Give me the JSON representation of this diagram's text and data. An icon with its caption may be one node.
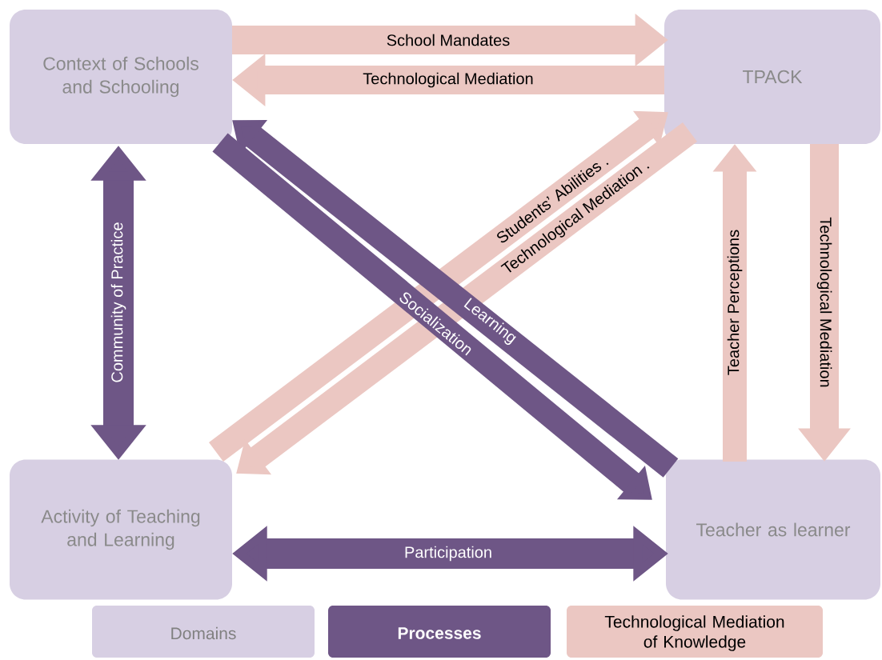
{
  "diagram": {
    "nodes": [
      {
        "text": [
          "Context of Schools and Schooling"
        ]
      },
      {
        "text": [
          "TPACK"
        ]
      },
      {
        "text": [
          "Activity of Teaching and Learning"
        ]
      },
      {
        "text": [
          "Teacher as learner"
        ]
      }
    ],
    "edges": [
      {
        "from": 0,
        "to": 1,
        "arrow": "to",
        "label": "School Mandates"
      },
      {
        "from": 1,
        "to": 0,
        "arrow": "to",
        "label": "Technological Mediation"
      },
      {
        "from": 0,
        "to": 2,
        "arrow": "both",
        "label": "Community of Practice",
        "color": "#6e5686"
      },
      {
        "from": 3,
        "to": 0,
        "arrow": "to",
        "label": "Learning",
        "color": "#6e5686"
      },
      {
        "from": 0,
        "to": 3,
        "arrow": "to",
        "label": "Socialization",
        "color": "#6e5686"
      },
      {
        "from": 2,
        "to": 1,
        "arrow": "to",
        "label": "Students’ Abilities ."
      },
      {
        "from": 1,
        "to": 2,
        "arrow": "to",
        "label": "Technological Mediation ."
      },
      {
        "from": 3,
        "to": 1,
        "arrow": "to",
        "label": "Teacher Perceptions"
      },
      {
        "from": 1,
        "to": 3,
        "arrow": "to",
        "label": "Technological Mediation"
      },
      {
        "from": 2,
        "to": 3,
        "arrow": "both",
        "label": "Participation",
        "color": "#6e5686"
      }
    ],
    "legend": [
      {
        "text": "Domains",
        "color": "#d7cfe3"
      },
      {
        "text": "Processes",
        "color": "#6e5686"
      },
      {
        "text": "Technological Mediation of Knowledge",
        "color": "#ebc7c2"
      }
    ]
  }
}
